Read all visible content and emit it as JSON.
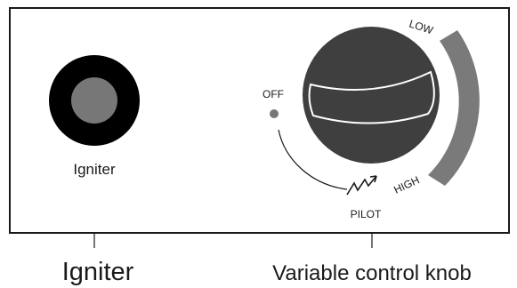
{
  "panel": {
    "igniter_label": "Igniter",
    "knob": {
      "off_label": "OFF",
      "low_label": "LOW",
      "high_label": "HIGH",
      "pilot_label": "PILOT"
    }
  },
  "callouts": {
    "igniter": "Igniter",
    "knob": "Variable control knob"
  },
  "icons": {
    "pilot": "lightning-zigzag-arrow-icon"
  },
  "colors": {
    "panel_border": "#1a1a1a",
    "igniter_ring": "#000000",
    "igniter_button": "#777777",
    "knob_body": "#3f3f3f",
    "knob_grip_outline": "#ffffff",
    "flame_scale": "#7a7a7a",
    "off_dot": "#777777"
  }
}
